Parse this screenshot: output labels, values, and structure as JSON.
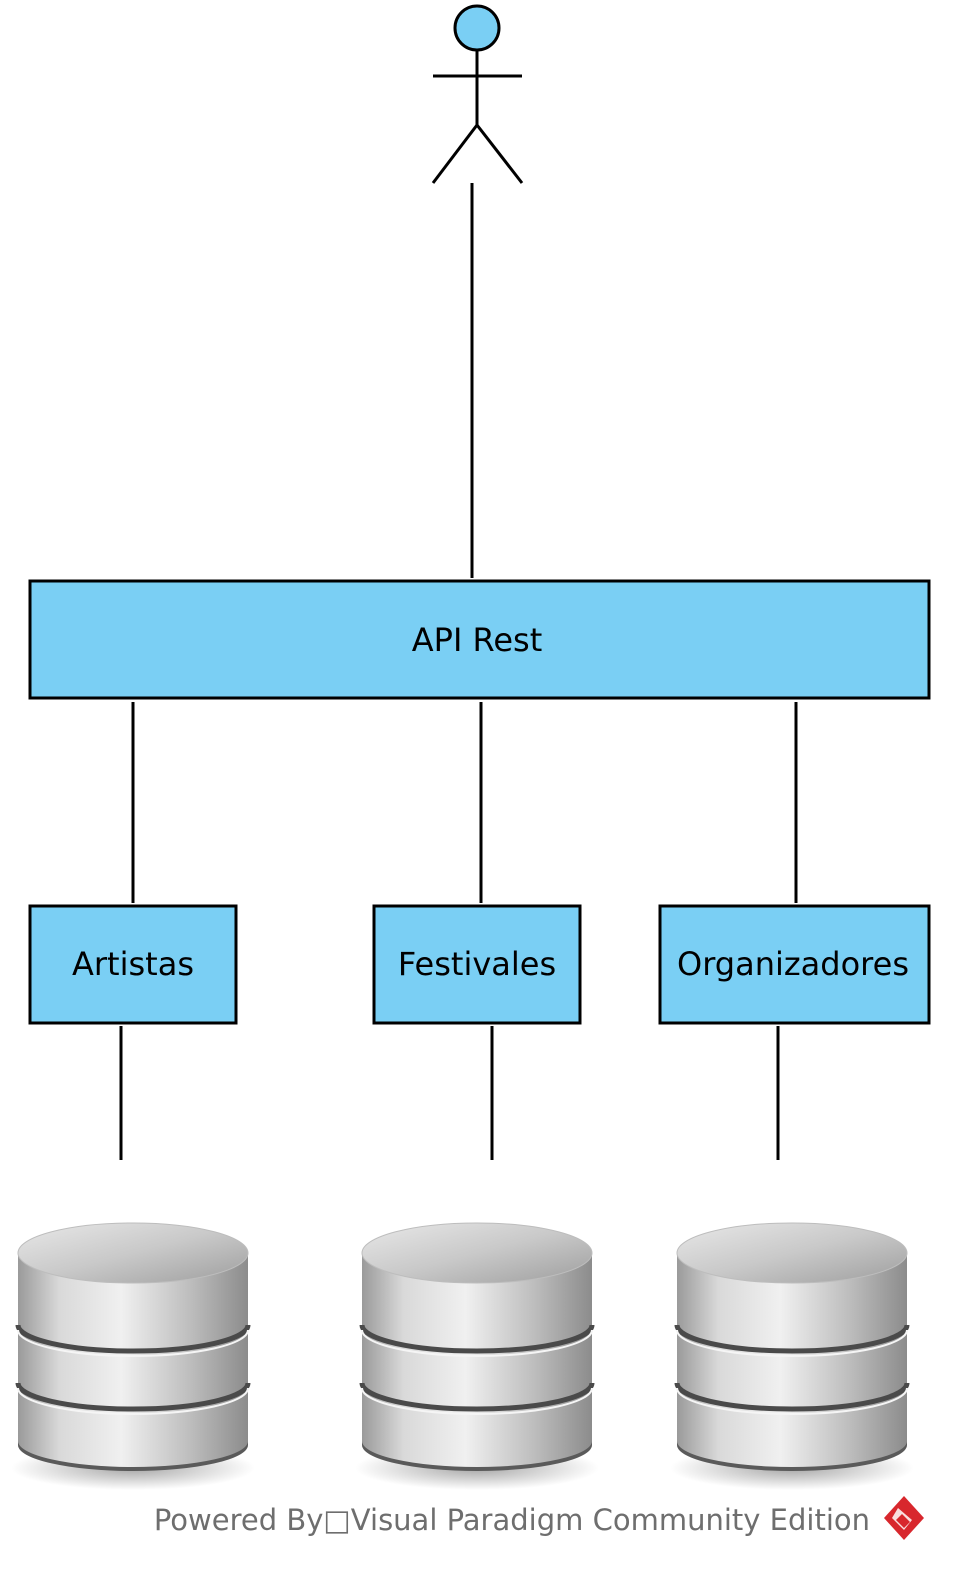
{
  "diagram": {
    "actor": {
      "icon": "stick-figure-actor-icon",
      "fill": "#7acff4"
    },
    "nodes": {
      "api": {
        "label": "API Rest"
      },
      "artistas": {
        "label": "Artistas"
      },
      "festivales": {
        "label": "Festivales"
      },
      "organizadores": {
        "label": "Organizadores"
      }
    },
    "databases": [
      {
        "icon": "database-icon"
      },
      {
        "icon": "database-icon"
      },
      {
        "icon": "database-icon"
      }
    ],
    "colors": {
      "box_fill": "#7acff4",
      "box_stroke": "#000000",
      "line": "#000000"
    }
  },
  "footer": {
    "text": "Powered By□Visual Paradigm Community Edition",
    "logo_icon": "visual-paradigm-logo-icon"
  }
}
